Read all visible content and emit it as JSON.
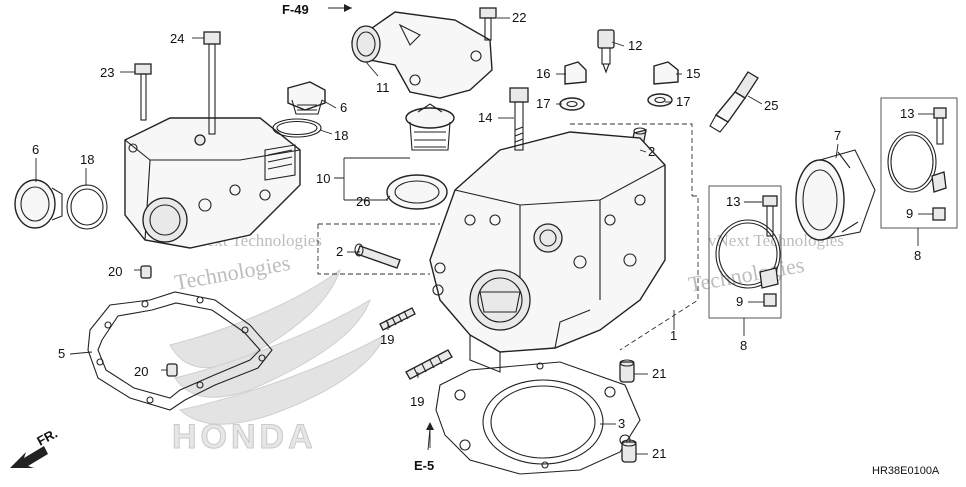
{
  "diagram": {
    "refs": {
      "f49": "F-49",
      "e5": "E-5",
      "front": "FR."
    },
    "code": "HR38E0100A",
    "brand": "HONDA",
    "watermark_line1": "vNext Technologies",
    "watermark_line2": "Technologies",
    "callouts": [
      {
        "id": "c1",
        "text": "1"
      },
      {
        "id": "c2a",
        "text": "2"
      },
      {
        "id": "c2b",
        "text": "2"
      },
      {
        "id": "c3",
        "text": "3"
      },
      {
        "id": "c5",
        "text": "5"
      },
      {
        "id": "c6a",
        "text": "6"
      },
      {
        "id": "c6b",
        "text": "6"
      },
      {
        "id": "c7",
        "text": "7"
      },
      {
        "id": "c8a",
        "text": "8"
      },
      {
        "id": "c8b",
        "text": "8"
      },
      {
        "id": "c9a",
        "text": "9"
      },
      {
        "id": "c9b",
        "text": "9"
      },
      {
        "id": "c10",
        "text": "10"
      },
      {
        "id": "c11",
        "text": "11"
      },
      {
        "id": "c12",
        "text": "12"
      },
      {
        "id": "c13a",
        "text": "13"
      },
      {
        "id": "c13b",
        "text": "13"
      },
      {
        "id": "c14",
        "text": "14"
      },
      {
        "id": "c15",
        "text": "15"
      },
      {
        "id": "c16",
        "text": "16"
      },
      {
        "id": "c17a",
        "text": "17"
      },
      {
        "id": "c17b",
        "text": "17"
      },
      {
        "id": "c18a",
        "text": "18"
      },
      {
        "id": "c18b",
        "text": "18"
      },
      {
        "id": "c19a",
        "text": "19"
      },
      {
        "id": "c19b",
        "text": "19"
      },
      {
        "id": "c20a",
        "text": "20"
      },
      {
        "id": "c20b",
        "text": "20"
      },
      {
        "id": "c21a",
        "text": "21"
      },
      {
        "id": "c21b",
        "text": "21"
      },
      {
        "id": "c22",
        "text": "22"
      },
      {
        "id": "c23",
        "text": "23"
      },
      {
        "id": "c24",
        "text": "24"
      },
      {
        "id": "c25",
        "text": "25"
      },
      {
        "id": "c26",
        "text": "26"
      }
    ]
  }
}
